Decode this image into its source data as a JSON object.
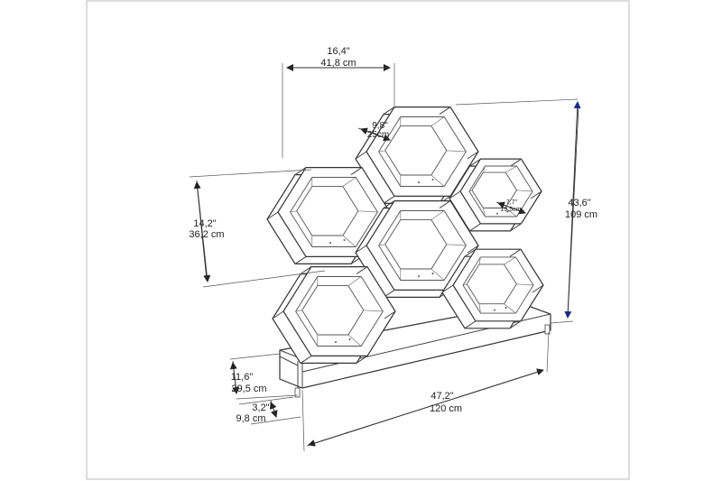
{
  "dimensions": {
    "top_width": {
      "imperial": "16,4\"",
      "metric": "41,8 cm"
    },
    "cell_depth": {
      "imperial": "9,8\"",
      "metric": "25cm"
    },
    "cell_height": {
      "imperial": "14,2\"",
      "metric": "36,2 cm"
    },
    "total_height": {
      "imperial": "43,6\"",
      "metric": "109 cm"
    },
    "small_cell": {
      "imperial": "7,7\"",
      "metric": "19,5cm"
    },
    "base_height": {
      "imperial": "11,6\"",
      "metric": "29,5 cm"
    },
    "base_depth": {
      "imperial": "3,2\"",
      "metric": "9,8 cm"
    },
    "total_width": {
      "imperial": "47,2\"",
      "metric": "120 cm"
    }
  },
  "colors": {
    "accent_arrow": "#1a2a8c",
    "line": "#333333"
  }
}
